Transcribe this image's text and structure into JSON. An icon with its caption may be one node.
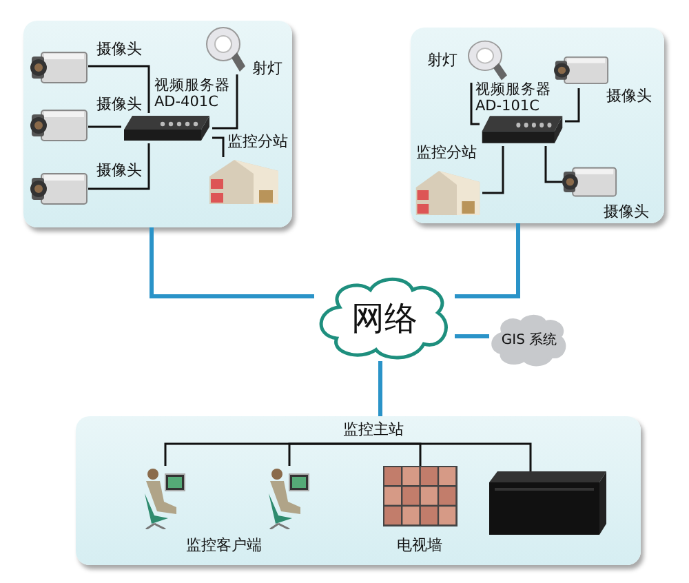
{
  "diagram": {
    "nodes": [
      {
        "text": [],
        "shape": "box"
      },
      {
        "text": [
          "摄像头"
        ],
        "in": 0
      },
      {
        "text": [
          "摄像头"
        ],
        "in": 0
      },
      {
        "text": [
          "摄像头"
        ],
        "in": 0
      },
      {
        "text": [
          "视频服务器 AD-401C"
        ],
        "in": 0
      },
      {
        "text": [
          "射灯"
        ],
        "in": 0
      },
      {
        "text": [
          "监控分站"
        ],
        "in": 0
      },
      {
        "text": [],
        "shape": "box"
      },
      {
        "text": [
          "射灯"
        ],
        "in": 7
      },
      {
        "text": [
          "视频服务器 AD-101C"
        ],
        "in": 7
      },
      {
        "text": [
          "摄像头"
        ],
        "in": 7
      },
      {
        "text": [
          "监控分站"
        ],
        "in": 7
      },
      {
        "text": [
          "摄像头"
        ],
        "in": 7
      },
      {
        "text": [
          "网络"
        ]
      },
      {
        "text": [
          "GIS 系统"
        ]
      },
      {
        "text": [],
        "shape": "box"
      },
      {
        "text": [
          "监控主站"
        ],
        "in": 15
      },
      {
        "text": [],
        "shape": "person",
        "in": 15
      },
      {
        "text": [],
        "shape": "person",
        "in": 15
      },
      {
        "text": [
          "电视墙"
        ],
        "in": 15
      },
      {
        "text": [],
        "shape": "picture",
        "in": 15
      }
    ],
    "edges": [
      {
        "from": 1,
        "to": 4,
        "arrow": "none"
      },
      {
        "from": 2,
        "to": 4,
        "arrow": "none"
      },
      {
        "from": 3,
        "to": 4,
        "arrow": "none"
      },
      {
        "from": 5,
        "to": 4,
        "arrow": "none"
      },
      {
        "from": 6,
        "to": 4,
        "arrow": "none"
      },
      {
        "from": 8,
        "to": 9,
        "arrow": "none"
      },
      {
        "from": 10,
        "to": 9,
        "arrow": "none"
      },
      {
        "from": 11,
        "to": 9,
        "arrow": "none"
      },
      {
        "from": 12,
        "to": 9,
        "arrow": "none"
      },
      {
        "from": 0,
        "to": 13,
        "arrow": "none",
        "style": "thick",
        "color": "#2a93c8"
      },
      {
        "from": 7,
        "to": 13,
        "arrow": "none",
        "style": "thick",
        "color": "#2a93c8"
      },
      {
        "from": 13,
        "to": 14,
        "arrow": "none",
        "style": "thick",
        "color": "#2a93c8"
      },
      {
        "from": 13,
        "to": 15,
        "arrow": "none",
        "style": "thick",
        "color": "#2a93c8"
      },
      {
        "from": 16,
        "to": 17,
        "arrow": "none"
      },
      {
        "from": 16,
        "to": 18,
        "arrow": "none"
      },
      {
        "from": 16,
        "to": 19,
        "arrow": "none"
      },
      {
        "from": 16,
        "to": 20,
        "arrow": "none"
      }
    ],
    "labels": [
      "监控客户端"
    ]
  }
}
